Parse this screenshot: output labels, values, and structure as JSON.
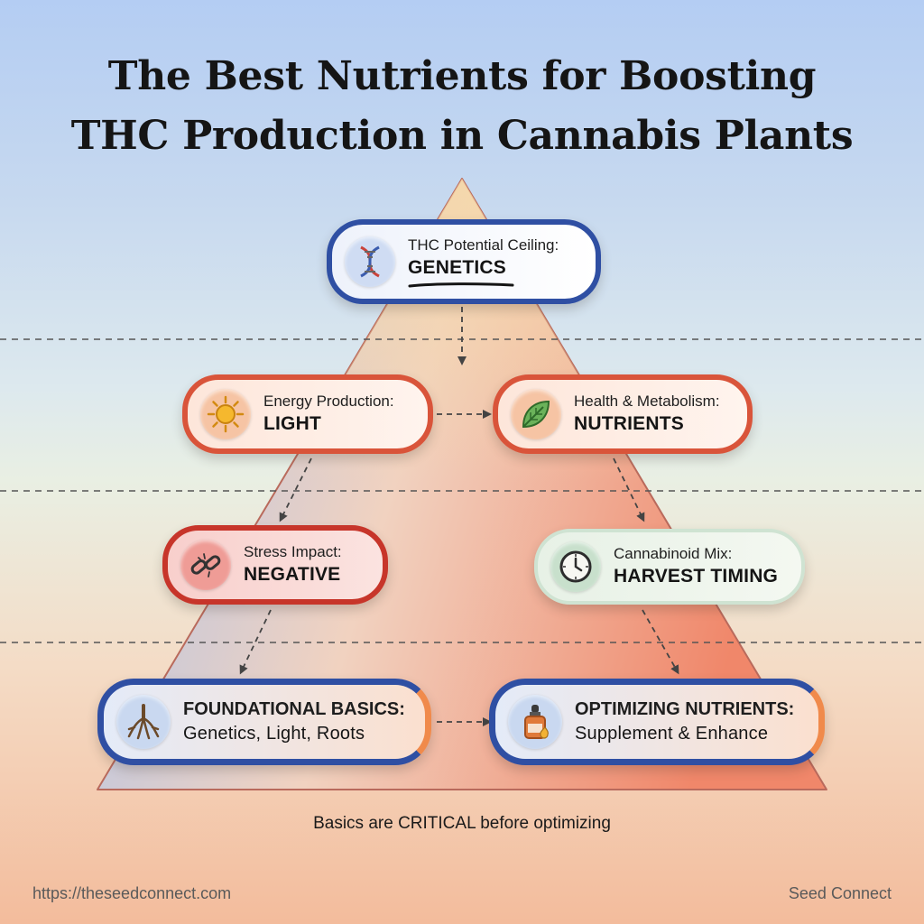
{
  "title": {
    "line1": "The Best Nutrients for Boosting",
    "line2": "THC Production in Cannabis Plants"
  },
  "nodes": [
    {
      "label": "THC Potential Ceiling:",
      "value": "GENETICS",
      "icon": "dna-icon",
      "color": "#2f4fa3"
    },
    {
      "label": "Energy Production:",
      "value": "LIGHT",
      "icon": "sun-icon",
      "color": "#d9543a"
    },
    {
      "label": "Health & Metabolism:",
      "value": "NUTRIENTS",
      "icon": "leaf-icon",
      "color": "#d9543a"
    },
    {
      "label": "Stress Impact:",
      "value": "NEGATIVE",
      "icon": "broken-chain-icon",
      "color": "#c7352a"
    },
    {
      "label": "Cannabinoid Mix:",
      "value": "HARVEST TIMING",
      "icon": "clock-icon",
      "color": "#cfe3d2"
    },
    {
      "label": "FOUNDATIONAL BASICS:",
      "value": "Genetics, Light, Roots",
      "icon": "roots-icon",
      "color": "#2f4fa3"
    },
    {
      "label": "OPTIMIZING NUTRIENTS:",
      "value": "Supplement & Enhance",
      "icon": "dropper-bottle-icon",
      "color": "#2f4fa3"
    }
  ],
  "caption": "Basics are CRITICAL before optimizing",
  "footer": {
    "url": "https://theseedconnect.com",
    "brand": "Seed Connect"
  }
}
